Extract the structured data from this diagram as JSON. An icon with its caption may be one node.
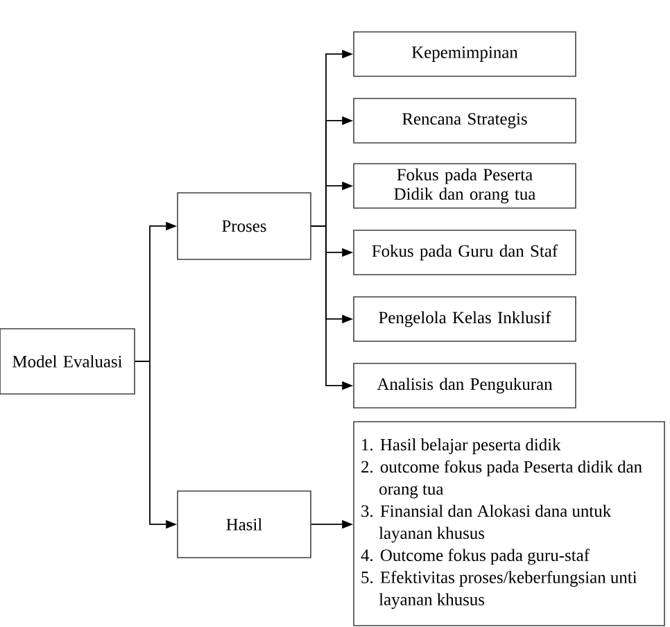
{
  "diagram": {
    "nodes": [
      {
        "text": [
          "Model Evaluasi"
        ]
      },
      {
        "text": [
          "Proses"
        ]
      },
      {
        "text": [
          "Hasil"
        ]
      },
      {
        "text": [
          "Kepemimpinan"
        ]
      },
      {
        "text": [
          "Rencana Strategis"
        ]
      },
      {
        "text": [
          "Fokus pada Peserta Didik dan orang tua"
        ]
      },
      {
        "text": [
          "Fokus pada Guru dan Staf"
        ]
      },
      {
        "text": [
          "Pengelola Kelas Inklusif"
        ]
      },
      {
        "text": [
          "Analisis dan Pengukuran"
        ]
      },
      {
        "text": [
          "1. Hasil belajar peserta didik",
          "2. outcome fokus pada Peserta didik dan orang tua",
          "3. Finansial dan Alokasi dana untuk layanan khusus",
          "4. Outcome fokus pada guru-staf",
          "5. Efektivitas proses/keberfungsian unti layanan khusus"
        ]
      }
    ],
    "edges": [
      {
        "from": 0,
        "to": 1,
        "arrow": "to"
      },
      {
        "from": 0,
        "to": 2,
        "arrow": "to"
      },
      {
        "from": 1,
        "to": 3,
        "arrow": "to"
      },
      {
        "from": 1,
        "to": 4,
        "arrow": "to"
      },
      {
        "from": 1,
        "to": 5,
        "arrow": "to"
      },
      {
        "from": 1,
        "to": 6,
        "arrow": "to"
      },
      {
        "from": 1,
        "to": 7,
        "arrow": "to"
      },
      {
        "from": 1,
        "to": 8,
        "arrow": "to"
      },
      {
        "from": 2,
        "to": 9,
        "arrow": "to"
      }
    ]
  }
}
